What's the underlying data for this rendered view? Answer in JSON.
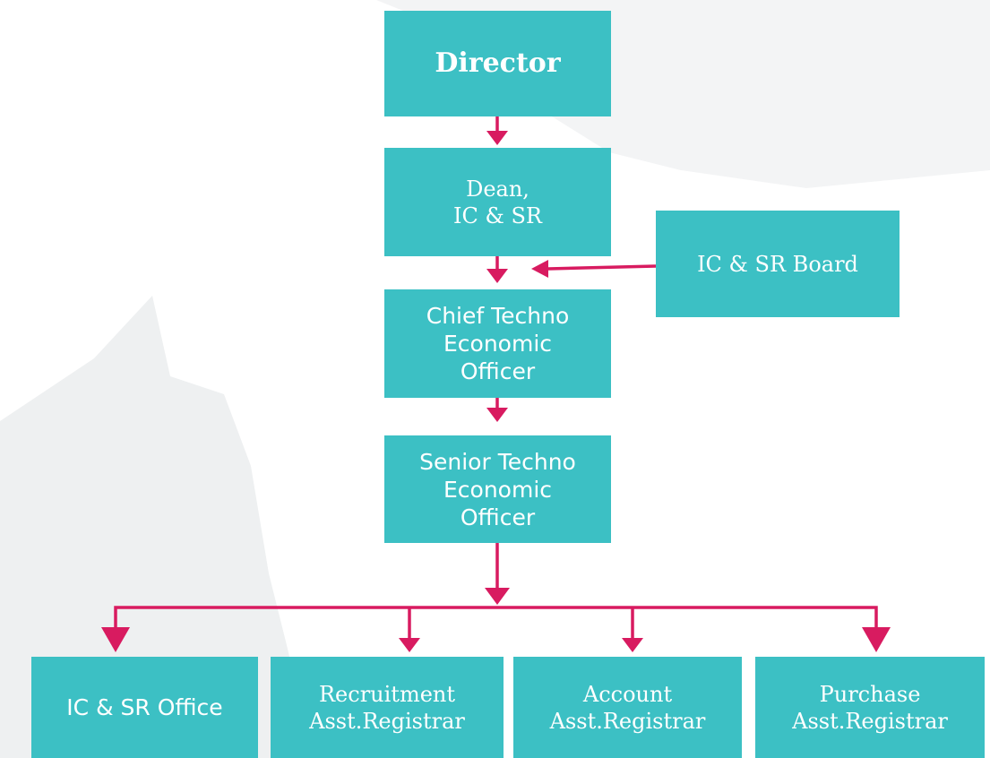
{
  "colors": {
    "box_fill": "#3cc0c4",
    "box_text": "#ffffff",
    "connector": "#d81b60",
    "watermark": "#eef0f1"
  },
  "watermark": {
    "icon": "open-hand-icon"
  },
  "nodes": {
    "director": {
      "lines": [
        "Director"
      ]
    },
    "dean": {
      "lines": [
        "Dean,",
        "IC & SR"
      ]
    },
    "board": {
      "lines": [
        "IC & SR Board"
      ]
    },
    "chief_officer": {
      "lines": [
        "Chief Techno",
        "Economic",
        "Officer"
      ]
    },
    "senior_officer": {
      "lines": [
        "Senior Techno",
        "Economic",
        "Officer"
      ]
    },
    "office": {
      "lines": [
        "IC & SR Office"
      ]
    },
    "recruitment": {
      "lines": [
        "Recruitment",
        "Asst.Registrar"
      ]
    },
    "account": {
      "lines": [
        "Account",
        "Asst.Registrar"
      ]
    },
    "purchase": {
      "lines": [
        "Purchase",
        "Asst.Registrar"
      ]
    }
  }
}
